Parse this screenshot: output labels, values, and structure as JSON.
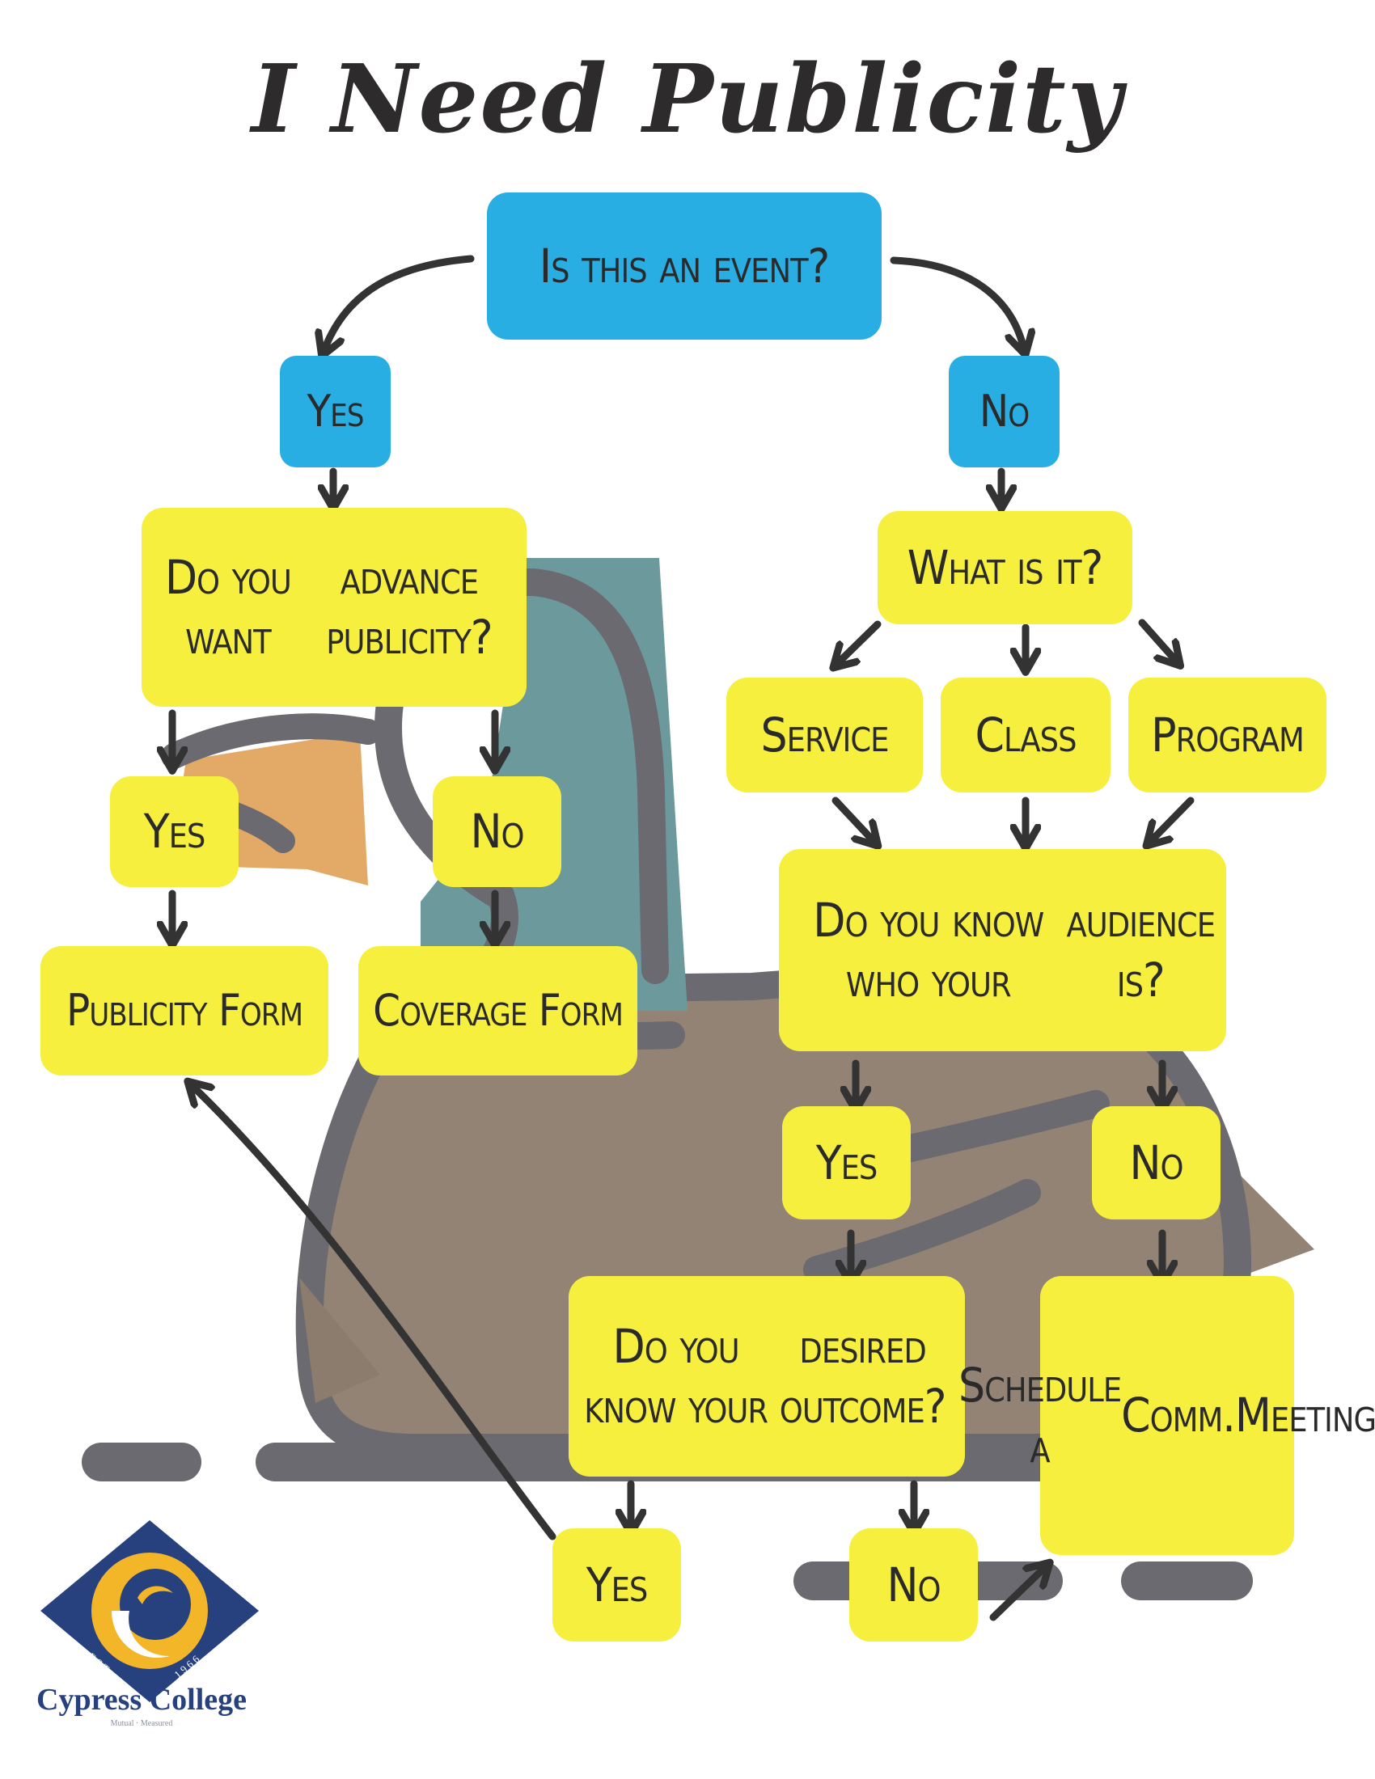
{
  "title": "I Need Publicity",
  "colors": {
    "yellow_box": "#f6ef3e",
    "blue_box": "#29aee3",
    "arrow": "#333333",
    "duck_body": "#928374",
    "duck_head": "#6c9a9c",
    "duck_beak": "#e2aa66",
    "duck_outline": "#6a6a70",
    "logo_navy": "#27417f",
    "logo_gold": "#f2b628"
  },
  "nodes": {
    "q_event": "Is this an event?",
    "yes_1": "Yes",
    "no_1": "No",
    "q_advance": [
      "Do you want",
      "advance publicity?"
    ],
    "yes_2": "Yes",
    "no_2": "No",
    "publicity_form": "Publicity Form",
    "coverage_form": "Coverage Form",
    "q_what": "What is it?",
    "service": "Service",
    "class": "Class",
    "program": "Program",
    "q_audience": [
      "Do you know who your",
      "audience is?"
    ],
    "yes_3": "Yes",
    "no_3": "No",
    "q_outcome": [
      "Do you know your",
      "desired outcome?"
    ],
    "schedule": [
      "Schedule a",
      "Comm.",
      "Meeting"
    ],
    "yes_4": "Yes",
    "no_4": "No"
  },
  "logo": {
    "name": "Cypress College",
    "est_left": "E S T .",
    "est_right": "1 9 6 6",
    "tagline": "Mutual · Measured"
  }
}
